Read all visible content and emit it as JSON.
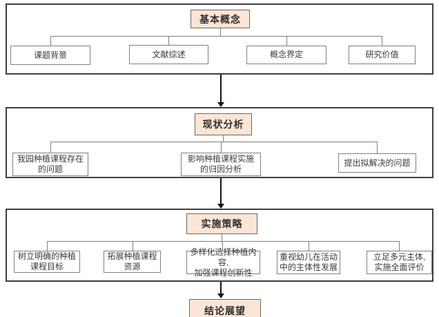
{
  "flowchart": {
    "sections": [
      {
        "header": "基本概念",
        "children": [
          {
            "label": "课题背景"
          },
          {
            "label": "文献综述"
          },
          {
            "label": "概念界定"
          },
          {
            "label": "研究价值"
          }
        ]
      },
      {
        "header": "现状分析",
        "children": [
          {
            "label": "我园种植课程存在\n的问题"
          },
          {
            "label": "影响种植课程实施\n的归因分析"
          },
          {
            "label": "提出拟解决的问题"
          }
        ]
      },
      {
        "header": "实施策略",
        "children": [
          {
            "label": "树立明确的种植\n课程目标"
          },
          {
            "label": "拓展种植课程\n资源"
          },
          {
            "label": "多样化选择种植内容,\n加强课程创新性"
          },
          {
            "label": "重视幼儿在活动\n中的主体性发展"
          },
          {
            "label": "立足多元主体,\n实施全面评价"
          }
        ]
      }
    ],
    "footer": "结论展望",
    "colors": {
      "header_fill": "#fbe5d6",
      "frame_border": "#3f3f3f",
      "child_border": "#7f7f7f",
      "connector": "#7f7f7f",
      "arrow": "#111111"
    }
  }
}
